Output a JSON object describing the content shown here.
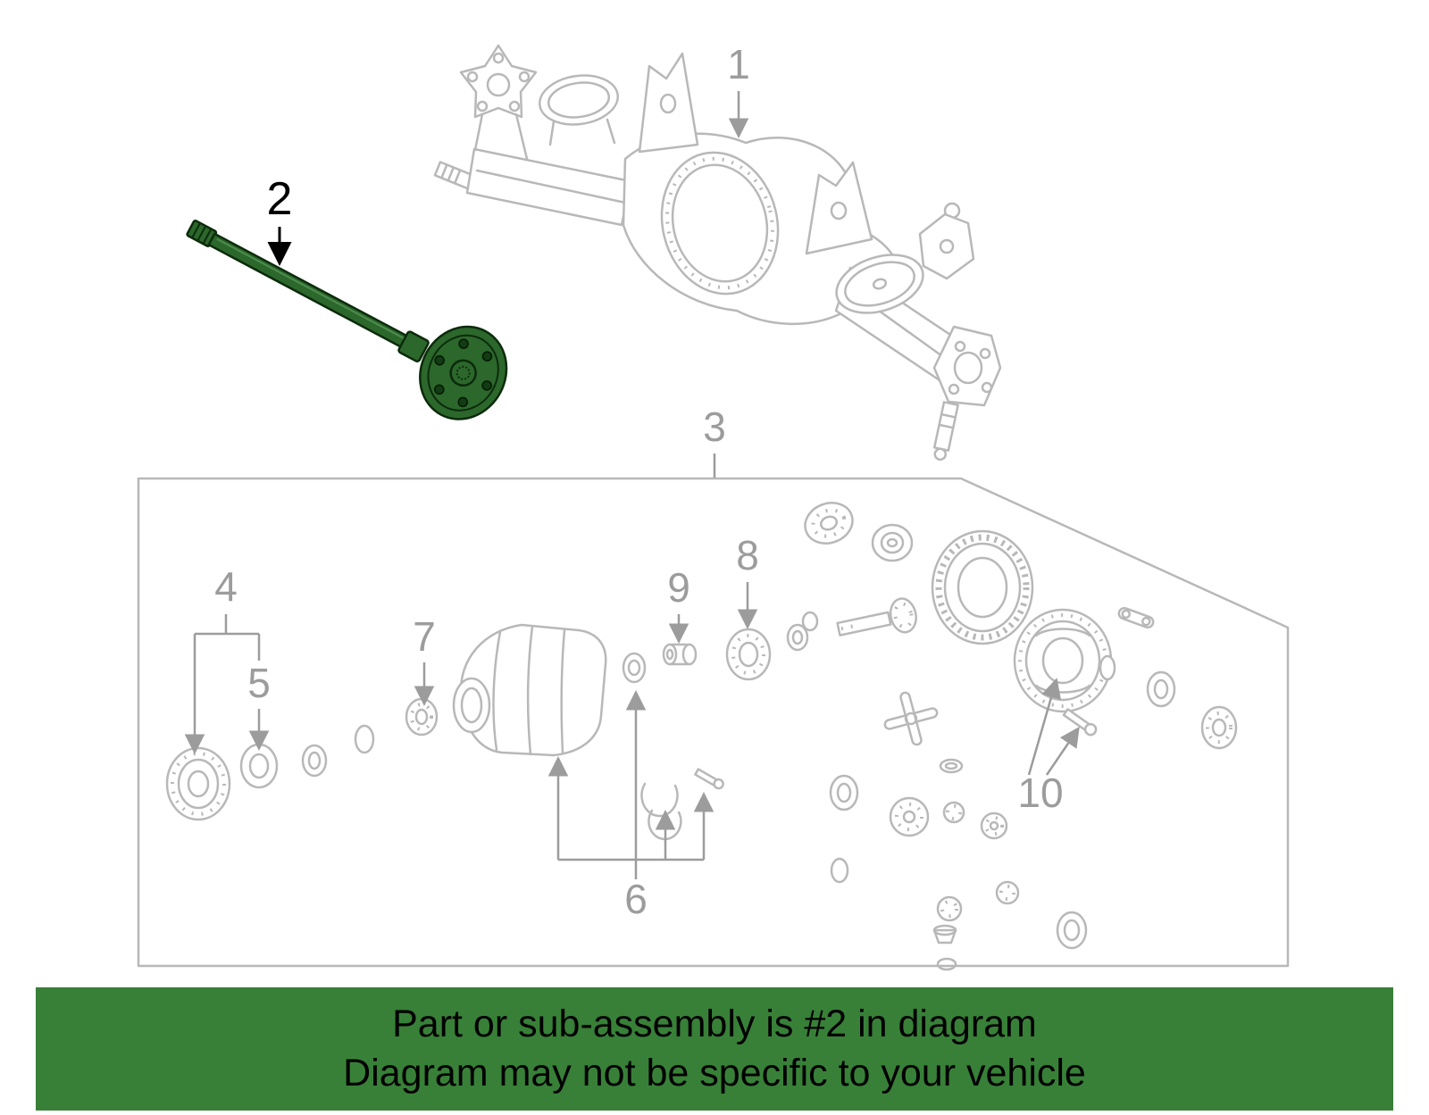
{
  "diagram": {
    "callouts": [
      {
        "label": "1"
      },
      {
        "label": "2"
      },
      {
        "label": "3"
      },
      {
        "label": "4"
      },
      {
        "label": "5"
      },
      {
        "label": "6"
      },
      {
        "label": "7"
      },
      {
        "label": "8"
      },
      {
        "label": "9"
      },
      {
        "label": "10"
      }
    ],
    "highlighted_callout": "2",
    "colors": {
      "line_art": "#b8b8b8",
      "callout_text": "#9c9c9c",
      "highlight_fill": "#2c672c",
      "highlight_outline": "#0b2b0b"
    }
  },
  "banner": {
    "background": "#388038",
    "text_color": "#000000",
    "line1": "Part or sub-assembly is #2 in diagram",
    "line2": "Diagram may not be specific to your vehicle"
  }
}
